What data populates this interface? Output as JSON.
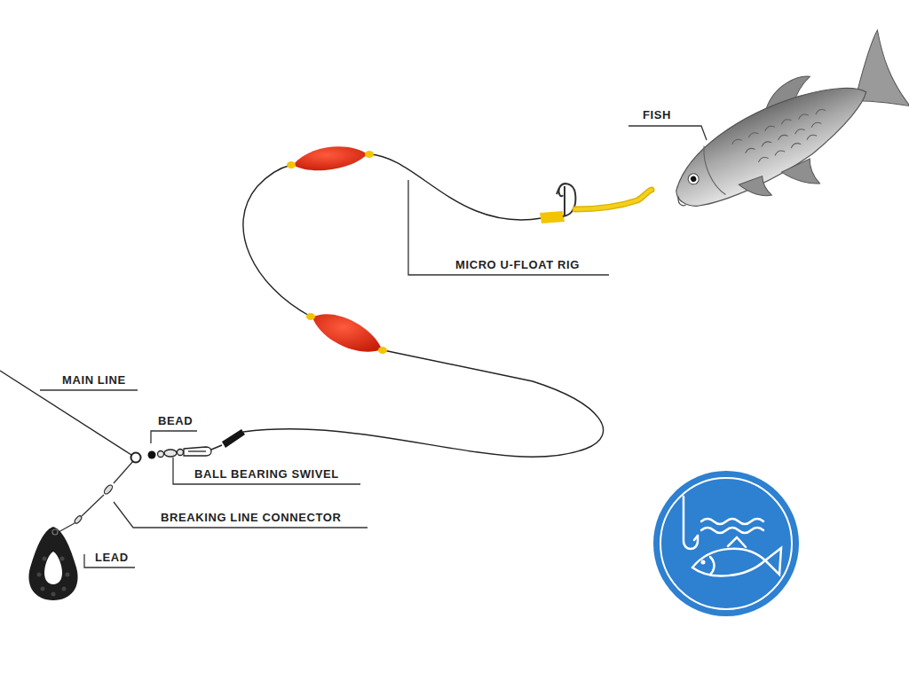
{
  "diagram": {
    "labels": [
      "FISH",
      "MICRO U-FLOAT RIG",
      "MAIN LINE",
      "BEAD",
      "BALL BEARING SWIVEL",
      "BREAKING LINE CONNECTOR",
      "LEAD"
    ]
  }
}
